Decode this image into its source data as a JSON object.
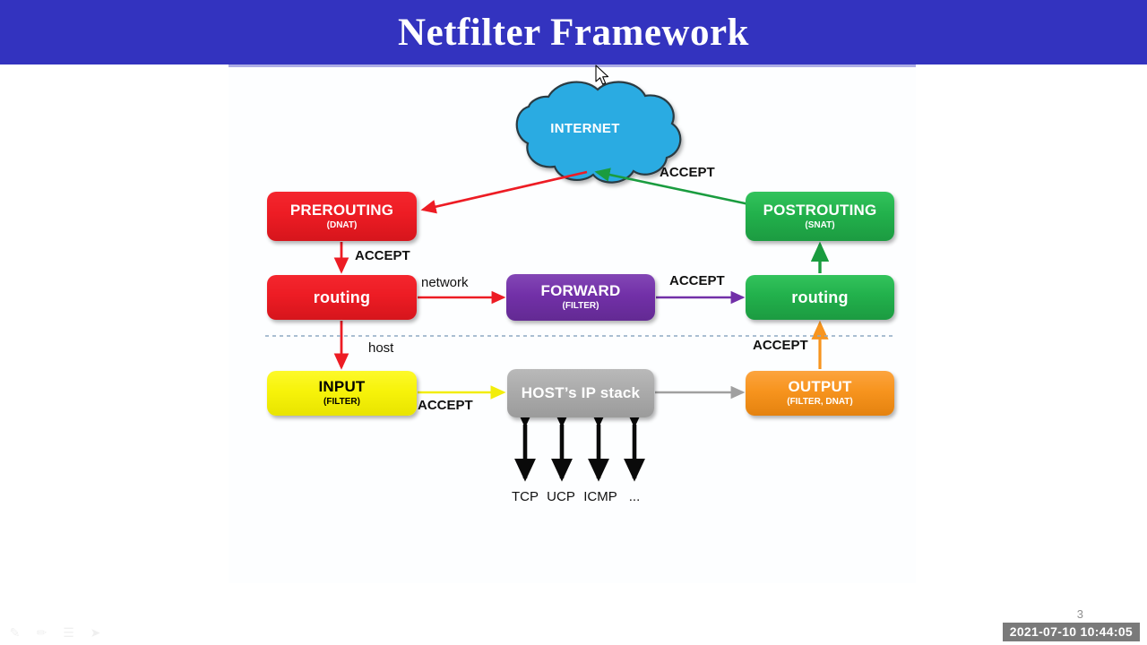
{
  "slide": {
    "title": "Netfilter Framework",
    "page_number": "3",
    "timestamp": "2021-07-10 10:44:05",
    "banner_color": "#3333bf"
  },
  "diagram": {
    "cloud": {
      "label": "INTERNET",
      "color": "#29abe2"
    },
    "nodes": [
      {
        "id": "prerouting",
        "label": "PREROUTING",
        "sub": "(DNAT)",
        "color": "#ed1c24"
      },
      {
        "id": "routing_in",
        "label": "routing",
        "sub": "",
        "color": "#ed1c24"
      },
      {
        "id": "input",
        "label": "INPUT",
        "sub": "(FILTER)",
        "color": "#f7f30a"
      },
      {
        "id": "forward",
        "label": "FORWARD",
        "sub": "(FILTER)",
        "color": "#7230a8"
      },
      {
        "id": "host_ip_stack",
        "label": "HOST’s IP stack",
        "sub": "",
        "color": "#ababab"
      },
      {
        "id": "postrouting",
        "label": "POSTROUTING",
        "sub": "(SNAT)",
        "color": "#22b14c"
      },
      {
        "id": "routing_out",
        "label": "routing",
        "sub": "",
        "color": "#22b14c"
      },
      {
        "id": "output",
        "label": "OUTPUT",
        "sub": "(FILTER,  DNAT)",
        "color": "#f7941e"
      }
    ],
    "edge_labels": {
      "accept_cloud": "ACCEPT",
      "accept_prerouting": "ACCEPT",
      "network": "network",
      "accept_forward": "ACCEPT",
      "host": "host",
      "accept_output": "ACCEPT",
      "accept_input": "ACCEPT"
    },
    "protocols": [
      "TCP",
      "UCP",
      "ICMP",
      "..."
    ],
    "arrow_colors": {
      "red": "#ed1c24",
      "green": "#1a9c3f",
      "purple": "#7230a8",
      "yellow": "#f7f30a",
      "gray": "#a0a0a0",
      "orange": "#f7941e",
      "black": "#000000",
      "divider": "#8ea9c4"
    }
  },
  "footer": {
    "icons": [
      "pen-icon",
      "highlighter-icon",
      "menu-icon",
      "pointer-icon"
    ]
  }
}
